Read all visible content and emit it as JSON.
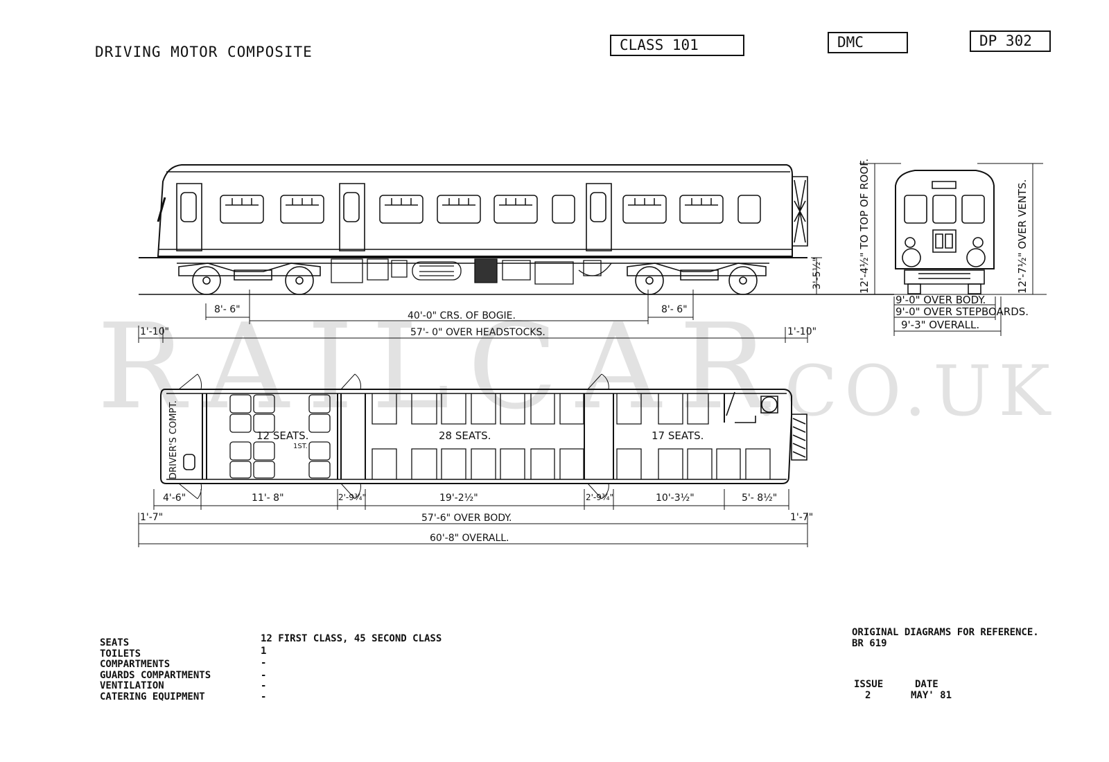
{
  "header": {
    "title": "DRIVING MOTOR COMPOSITE",
    "class_label": "CLASS 101",
    "type_code": "DMC",
    "diagram_no": "DP 302"
  },
  "watermark": {
    "main": "RAILCAR",
    "suffix": ".CO.UK"
  },
  "side_view": {
    "dims": {
      "bogie_left": "8'- 6\"",
      "bogie_centres": "40'-0\" CRS. OF BOGIE.",
      "bogie_right": "8'- 6\"",
      "end_left": "1'-10\"",
      "over_headstocks": "57'- 0\" OVER HEADSTOCKS.",
      "end_right": "1'-10\"",
      "floor_height": "3'-5½\""
    }
  },
  "end_view": {
    "dims": {
      "roof_height": "12'-4½\" TO TOP OF ROOF.",
      "vents_height": "12'-7½\" OVER VENTS.",
      "over_body": "9'-0\" OVER BODY.",
      "over_stepboards": "9'-0\" OVER STEPBOARDS.",
      "overall": "9'-3\" OVERALL."
    }
  },
  "plan_view": {
    "drivers": "DRIVER'S COMPT.",
    "first_seats": "12 SEATS.",
    "first_class_mark": "1ST.",
    "middle_seats": "28 SEATS.",
    "rear_seats": "17 SEATS.",
    "dims": {
      "d1": "4'-6\"",
      "d2": "11'- 8\"",
      "d3": "2'-9¾\"",
      "d4": "19'-2½\"",
      "d5": "2'-9¾\"",
      "d6": "10'-3½\"",
      "d7": "5'- 8½\"",
      "end_left": "1'-7\"",
      "over_body": "57'-6\" OVER BODY.",
      "end_right": "1'-7\"",
      "overall": "60'-8\" OVERALL."
    }
  },
  "specs": {
    "rows": [
      {
        "label": "SEATS",
        "value": "12 FIRST CLASS, 45 SECOND CLASS"
      },
      {
        "label": "TOILETS",
        "value": "1"
      },
      {
        "label": "COMPARTMENTS",
        "value": "-"
      },
      {
        "label": "GUARDS COMPARTMENTS",
        "value": "-"
      },
      {
        "label": "VENTILATION",
        "value": "-"
      },
      {
        "label": "CATERING EQUIPMENT",
        "value": "-"
      }
    ]
  },
  "footer": {
    "reference_line1": "ORIGINAL DIAGRAMS FOR REFERENCE.",
    "reference_line2": "BR 619",
    "issue_label": "ISSUE",
    "issue_value": "2",
    "date_label": "DATE",
    "date_value": "MAY' 81"
  }
}
